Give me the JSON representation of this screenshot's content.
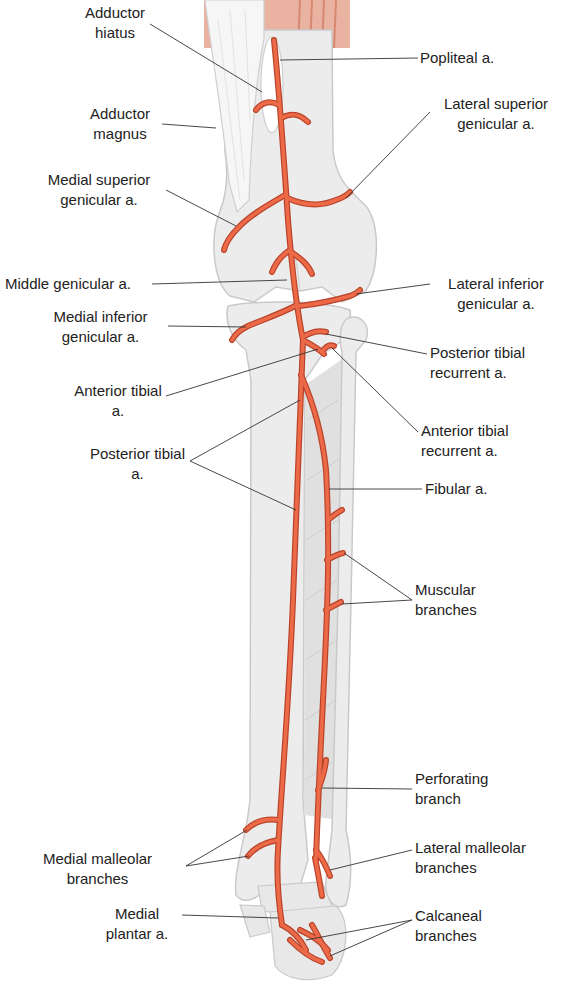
{
  "diagram": {
    "labels": [
      "Adductor hiatus",
      "Adductor magnus",
      "Medial superior genicular a.",
      "Middle genicular a.",
      "Medial inferior genicular a.",
      "Anterior tibial a.",
      "Posterior tibial a.",
      "Medial malleolar branches",
      "Medial plantar a.",
      "Popliteal a.",
      "Lateral superior genicular a.",
      "Lateral inferior genicular a.",
      "Posterior tibial recurrent a.",
      "Anterior tibial recurrent a.",
      "Fibular a.",
      "Muscular branches",
      "Perforating branch",
      "Lateral malleolar branches",
      "Calcaneal branches"
    ]
  }
}
